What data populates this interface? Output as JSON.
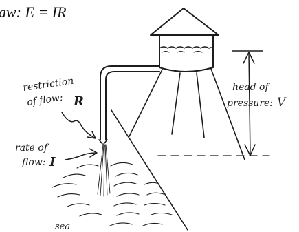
{
  "title": {
    "prefix": "aw: ",
    "equation": "E = IR"
  },
  "labels": {
    "restriction_line1": "restriction",
    "restriction_line2": "of flow:",
    "restriction_symbol": "R",
    "rate_line1": "rate of",
    "rate_line2": "flow:",
    "rate_symbol": "I",
    "head_line1": "head of",
    "head_line2": "pressure:",
    "head_symbol": "V",
    "sea": "sea"
  }
}
